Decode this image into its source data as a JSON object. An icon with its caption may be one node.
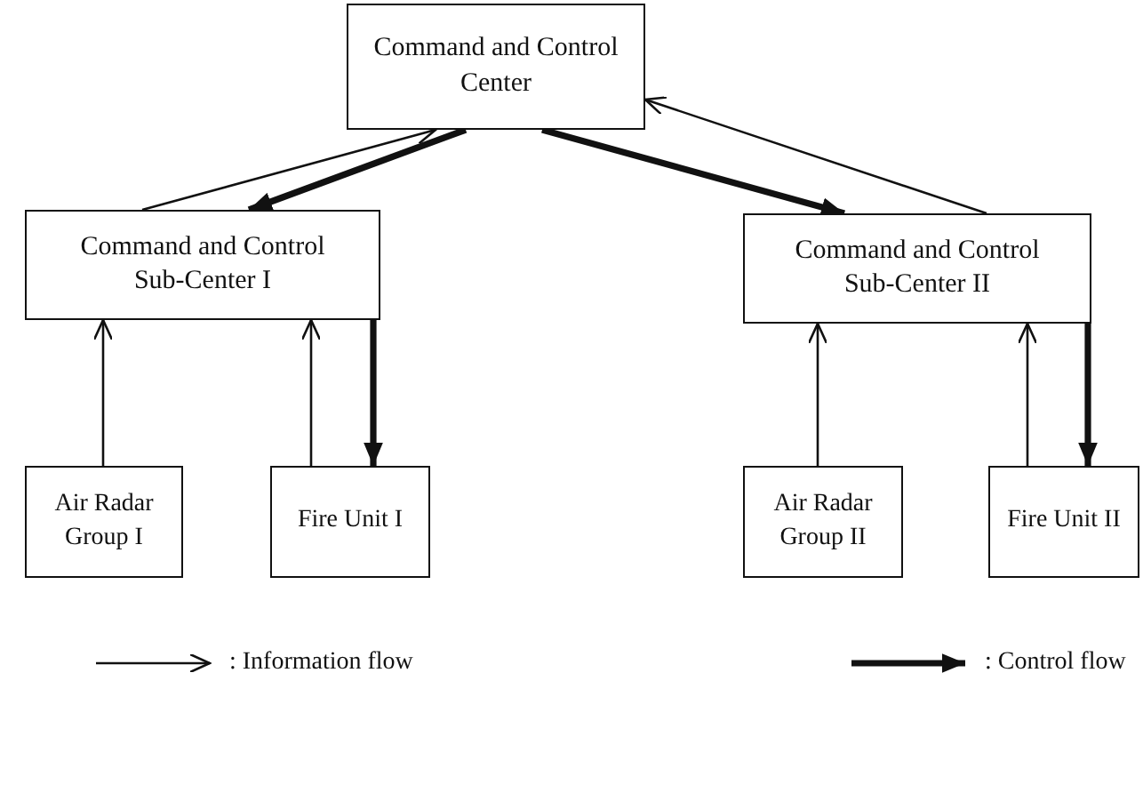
{
  "diagram": {
    "nodes": [
      {
        "text": [
          "Command and Control Center"
        ]
      },
      {
        "text": [
          "Command and Control Sub-Center I"
        ]
      },
      {
        "text": [
          "Command and Control Sub-Center II"
        ]
      },
      {
        "text": [
          "Air Radar Group I"
        ]
      },
      {
        "text": [
          "Fire Unit I"
        ]
      },
      {
        "text": [
          "Air Radar Group II"
        ]
      },
      {
        "text": [
          "Fire Unit II"
        ]
      }
    ],
    "edges": [
      {
        "from": 1,
        "to": 0,
        "arrow": "to"
      },
      {
        "from": 0,
        "to": 1,
        "arrow": "to",
        "style": "thick"
      },
      {
        "from": 0,
        "to": 2,
        "arrow": "to",
        "style": "thick"
      },
      {
        "from": 2,
        "to": 0,
        "arrow": "to"
      },
      {
        "from": 3,
        "to": 1,
        "arrow": "to"
      },
      {
        "from": 4,
        "to": 1,
        "arrow": "to"
      },
      {
        "from": 1,
        "to": 4,
        "arrow": "to",
        "style": "thick"
      },
      {
        "from": 5,
        "to": 2,
        "arrow": "to"
      },
      {
        "from": 6,
        "to": 2,
        "arrow": "to"
      },
      {
        "from": 2,
        "to": 6,
        "arrow": "to",
        "style": "thick"
      }
    ],
    "legend": [
      {
        "text": ": Information flow"
      },
      {
        "text": ": Control flow"
      }
    ]
  }
}
